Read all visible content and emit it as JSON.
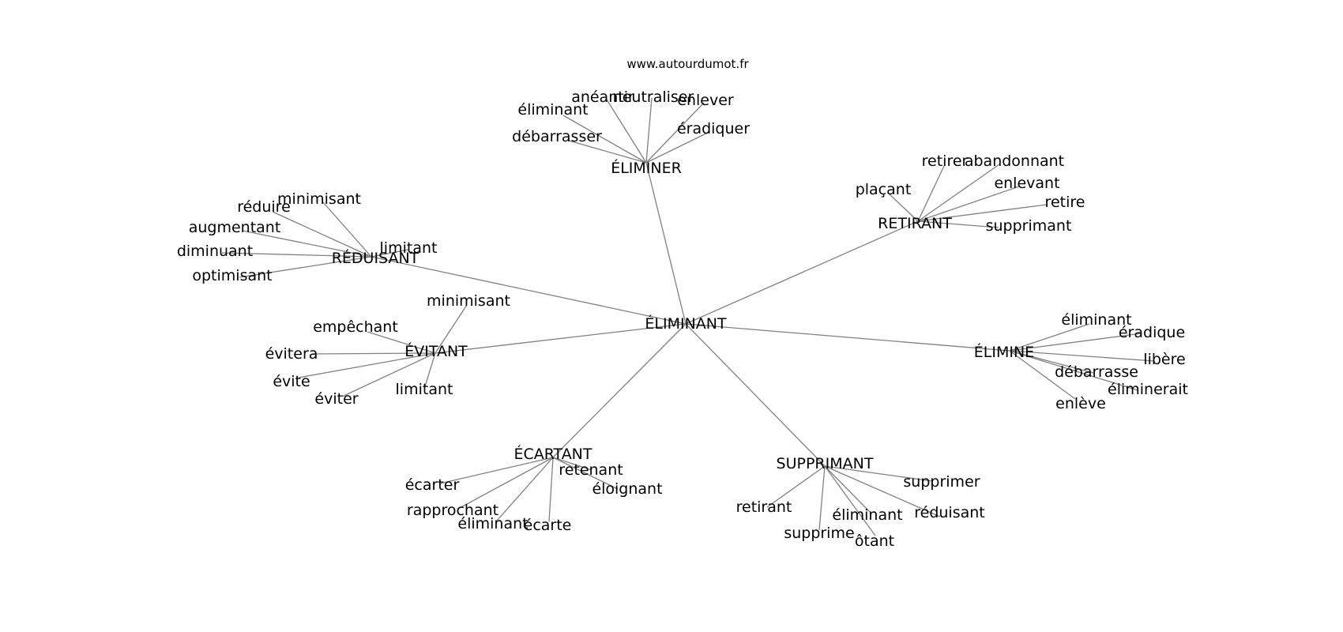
{
  "watermark": "www.autourdumot.fr",
  "edge_color": "#808080",
  "center": {
    "label": "ÉLIMINANT"
  },
  "groups": [
    {
      "label": "ÉLIMINER",
      "words": [
        "anéantir",
        "neutraliser",
        "éliminant",
        "enlever",
        "débarrasser",
        "éradiquer"
      ]
    },
    {
      "label": "RETIRANT",
      "words": [
        "retirer",
        "abandonnant",
        "enlevant",
        "plaçant",
        "retire",
        "supprimant"
      ]
    },
    {
      "label": "RÉDUISANT",
      "words": [
        "minimisant",
        "réduire",
        "augmentant",
        "limitant",
        "diminuant",
        "optimisant"
      ]
    },
    {
      "label": "ÉVITANT",
      "words": [
        "minimisant",
        "empêchant",
        "évitera",
        "évite",
        "éviter",
        "limitant"
      ]
    },
    {
      "label": "ÉLIMINE",
      "words": [
        "éliminant",
        "éradique",
        "libère",
        "débarrasse",
        "éliminerait",
        "enlève"
      ]
    },
    {
      "label": "ÉCARTANT",
      "words": [
        "retenant",
        "éloignant",
        "écarter",
        "rapprochant",
        "éliminant",
        "écarte"
      ]
    },
    {
      "label": "SUPPRIMANT",
      "words": [
        "supprimer",
        "retirant",
        "éliminant",
        "réduisant",
        "supprime",
        "ôtant"
      ]
    }
  ]
}
